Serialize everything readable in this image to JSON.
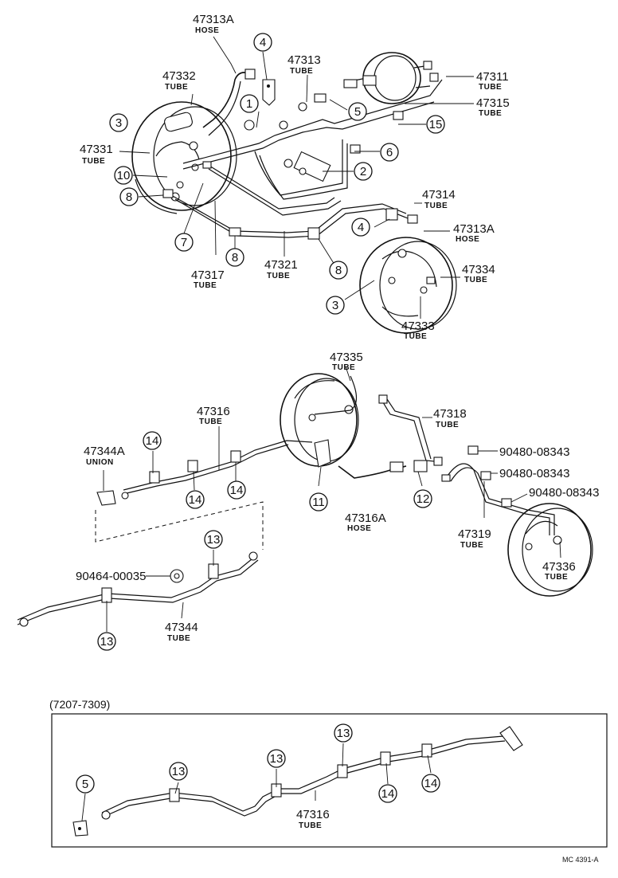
{
  "labels": {
    "top": [
      {
        "num": "47313A",
        "sub": "HOSE"
      },
      {
        "num": "47332",
        "sub": "TUBE"
      },
      {
        "num": "47313",
        "sub": "TUBE"
      },
      {
        "num": "47311",
        "sub": "TUBE"
      },
      {
        "num": "47315",
        "sub": "TUBE"
      },
      {
        "num": "47331",
        "sub": "TUBE"
      },
      {
        "num": "47314",
        "sub": "TUBE"
      },
      {
        "num": "47313A",
        "sub": "HOSE"
      },
      {
        "num": "47334",
        "sub": "TUBE"
      },
      {
        "num": "47317",
        "sub": "TUBE"
      },
      {
        "num": "47321",
        "sub": "TUBE"
      },
      {
        "num": "47333",
        "sub": "TUBE"
      }
    ],
    "middle": [
      {
        "num": "47335",
        "sub": "TUBE"
      },
      {
        "num": "47316",
        "sub": "TUBE"
      },
      {
        "num": "47318",
        "sub": "TUBE"
      },
      {
        "num": "47344A",
        "sub": "UNION"
      },
      {
        "num": "90480-08343",
        "sub": ""
      },
      {
        "num": "90480-08343",
        "sub": ""
      },
      {
        "num": "90480-08343",
        "sub": ""
      },
      {
        "num": "47316A",
        "sub": "HOSE"
      },
      {
        "num": "47319",
        "sub": "TUBE"
      },
      {
        "num": "47336",
        "sub": "TUBE"
      },
      {
        "num": "90464-00035",
        "sub": ""
      },
      {
        "num": "47344",
        "sub": "TUBE"
      }
    ],
    "inset": [
      {
        "num": "47316",
        "sub": "TUBE"
      }
    ]
  },
  "callouts": {
    "top": [
      "4",
      "1",
      "5",
      "3",
      "15",
      "6",
      "2",
      "10",
      "8",
      "7",
      "4",
      "8",
      "8",
      "3"
    ],
    "middle": [
      "14",
      "14",
      "14",
      "11",
      "12",
      "13",
      "13"
    ],
    "inset": [
      "5",
      "13",
      "13",
      "13",
      "14",
      "14"
    ]
  },
  "inset_title": "(7207-7309)",
  "footer_code": "MC 4391-A"
}
